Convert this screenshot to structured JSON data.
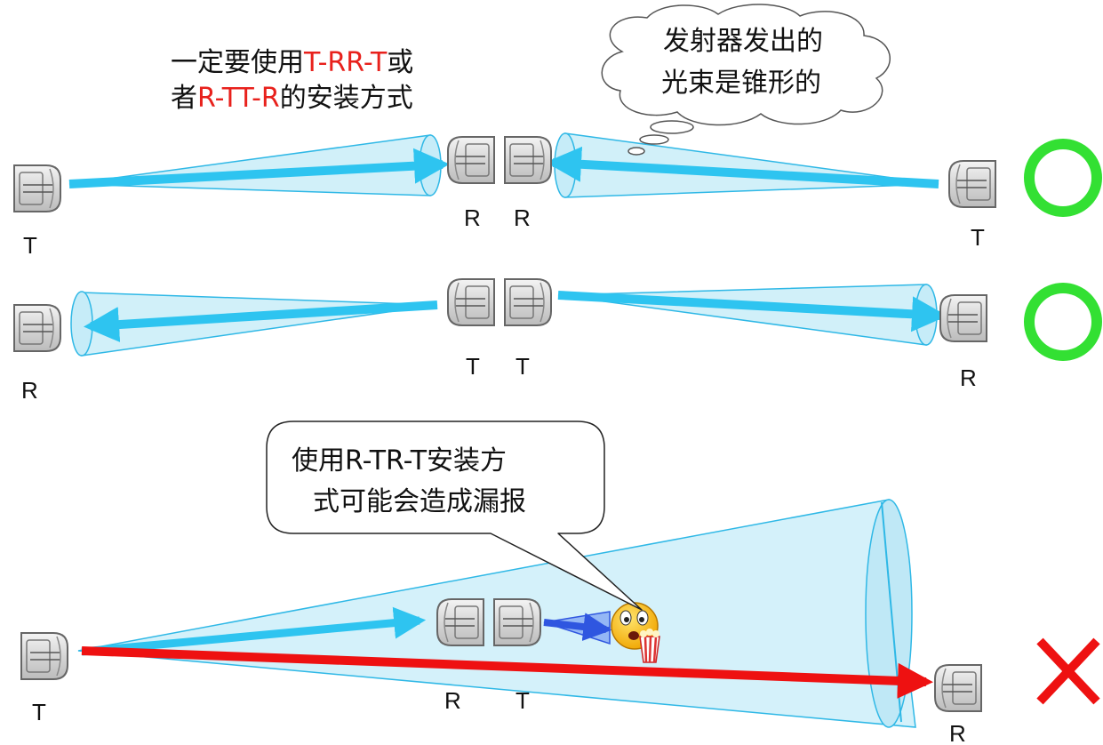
{
  "colors": {
    "beam": "#2ec4f0",
    "cone_fill": "#c6ecf8",
    "cone_stroke": "#2fb8e6",
    "red_beam": "#ee1111",
    "dark_blue_beam": "#2f56e0",
    "check_circle": "#33e033",
    "cross": "#ee1111",
    "highlight_text": "#e8211c"
  },
  "note_top": {
    "line1": {
      "part1": "一定要使用",
      "part2": "T-RR-T",
      "part3": "或"
    },
    "line2": {
      "part1": "者",
      "part2": "R-TT-R",
      "part3": "的安装方式"
    }
  },
  "cloud": {
    "line1": "发射器发出的",
    "line2": "光束是锥形的"
  },
  "callout": {
    "line1": "使用R-TR-T安装方",
    "line2": "式可能会造成漏报"
  },
  "row1": {
    "verdict": "correct",
    "verdict_icon": "green-circle",
    "labels": {
      "left": "T",
      "center_left": "R",
      "center_right": "R",
      "right": "T"
    }
  },
  "row2": {
    "verdict": "correct",
    "verdict_icon": "green-circle",
    "labels": {
      "left": "R",
      "center_left": "T",
      "center_right": "T",
      "right": "R"
    }
  },
  "row3": {
    "verdict": "wrong",
    "verdict_icon": "red-cross",
    "emoji_icon": "worried-face-with-popcorn-icon",
    "labels": {
      "left": "T",
      "center_left": "R",
      "center_right": "T",
      "right": "R"
    }
  }
}
